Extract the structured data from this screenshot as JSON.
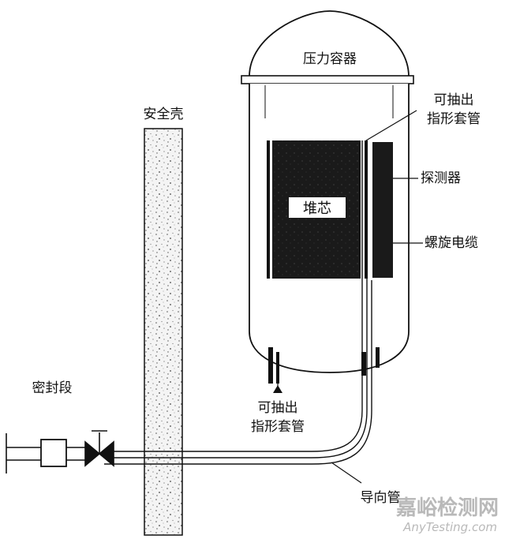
{
  "labels": {
    "vessel": "压力容器",
    "containment": "安全壳",
    "thimble_top": [
      "可抽出",
      "指形套管"
    ],
    "detector": "探测器",
    "core": "堆芯",
    "helical_cable": "螺旋电缆",
    "thimble_bottom": [
      "可抽出",
      "指形套管"
    ],
    "seal": "密封段",
    "guide_tube": "导向管"
  },
  "watermark": {
    "cn": "嘉峪检测网",
    "en": "AnyTesting.com"
  },
  "colors": {
    "ink": "#111111",
    "core_fill": "#1a1a1a",
    "wall_fill": "#f2f2f2",
    "watermark": "#b9b9b9"
  }
}
